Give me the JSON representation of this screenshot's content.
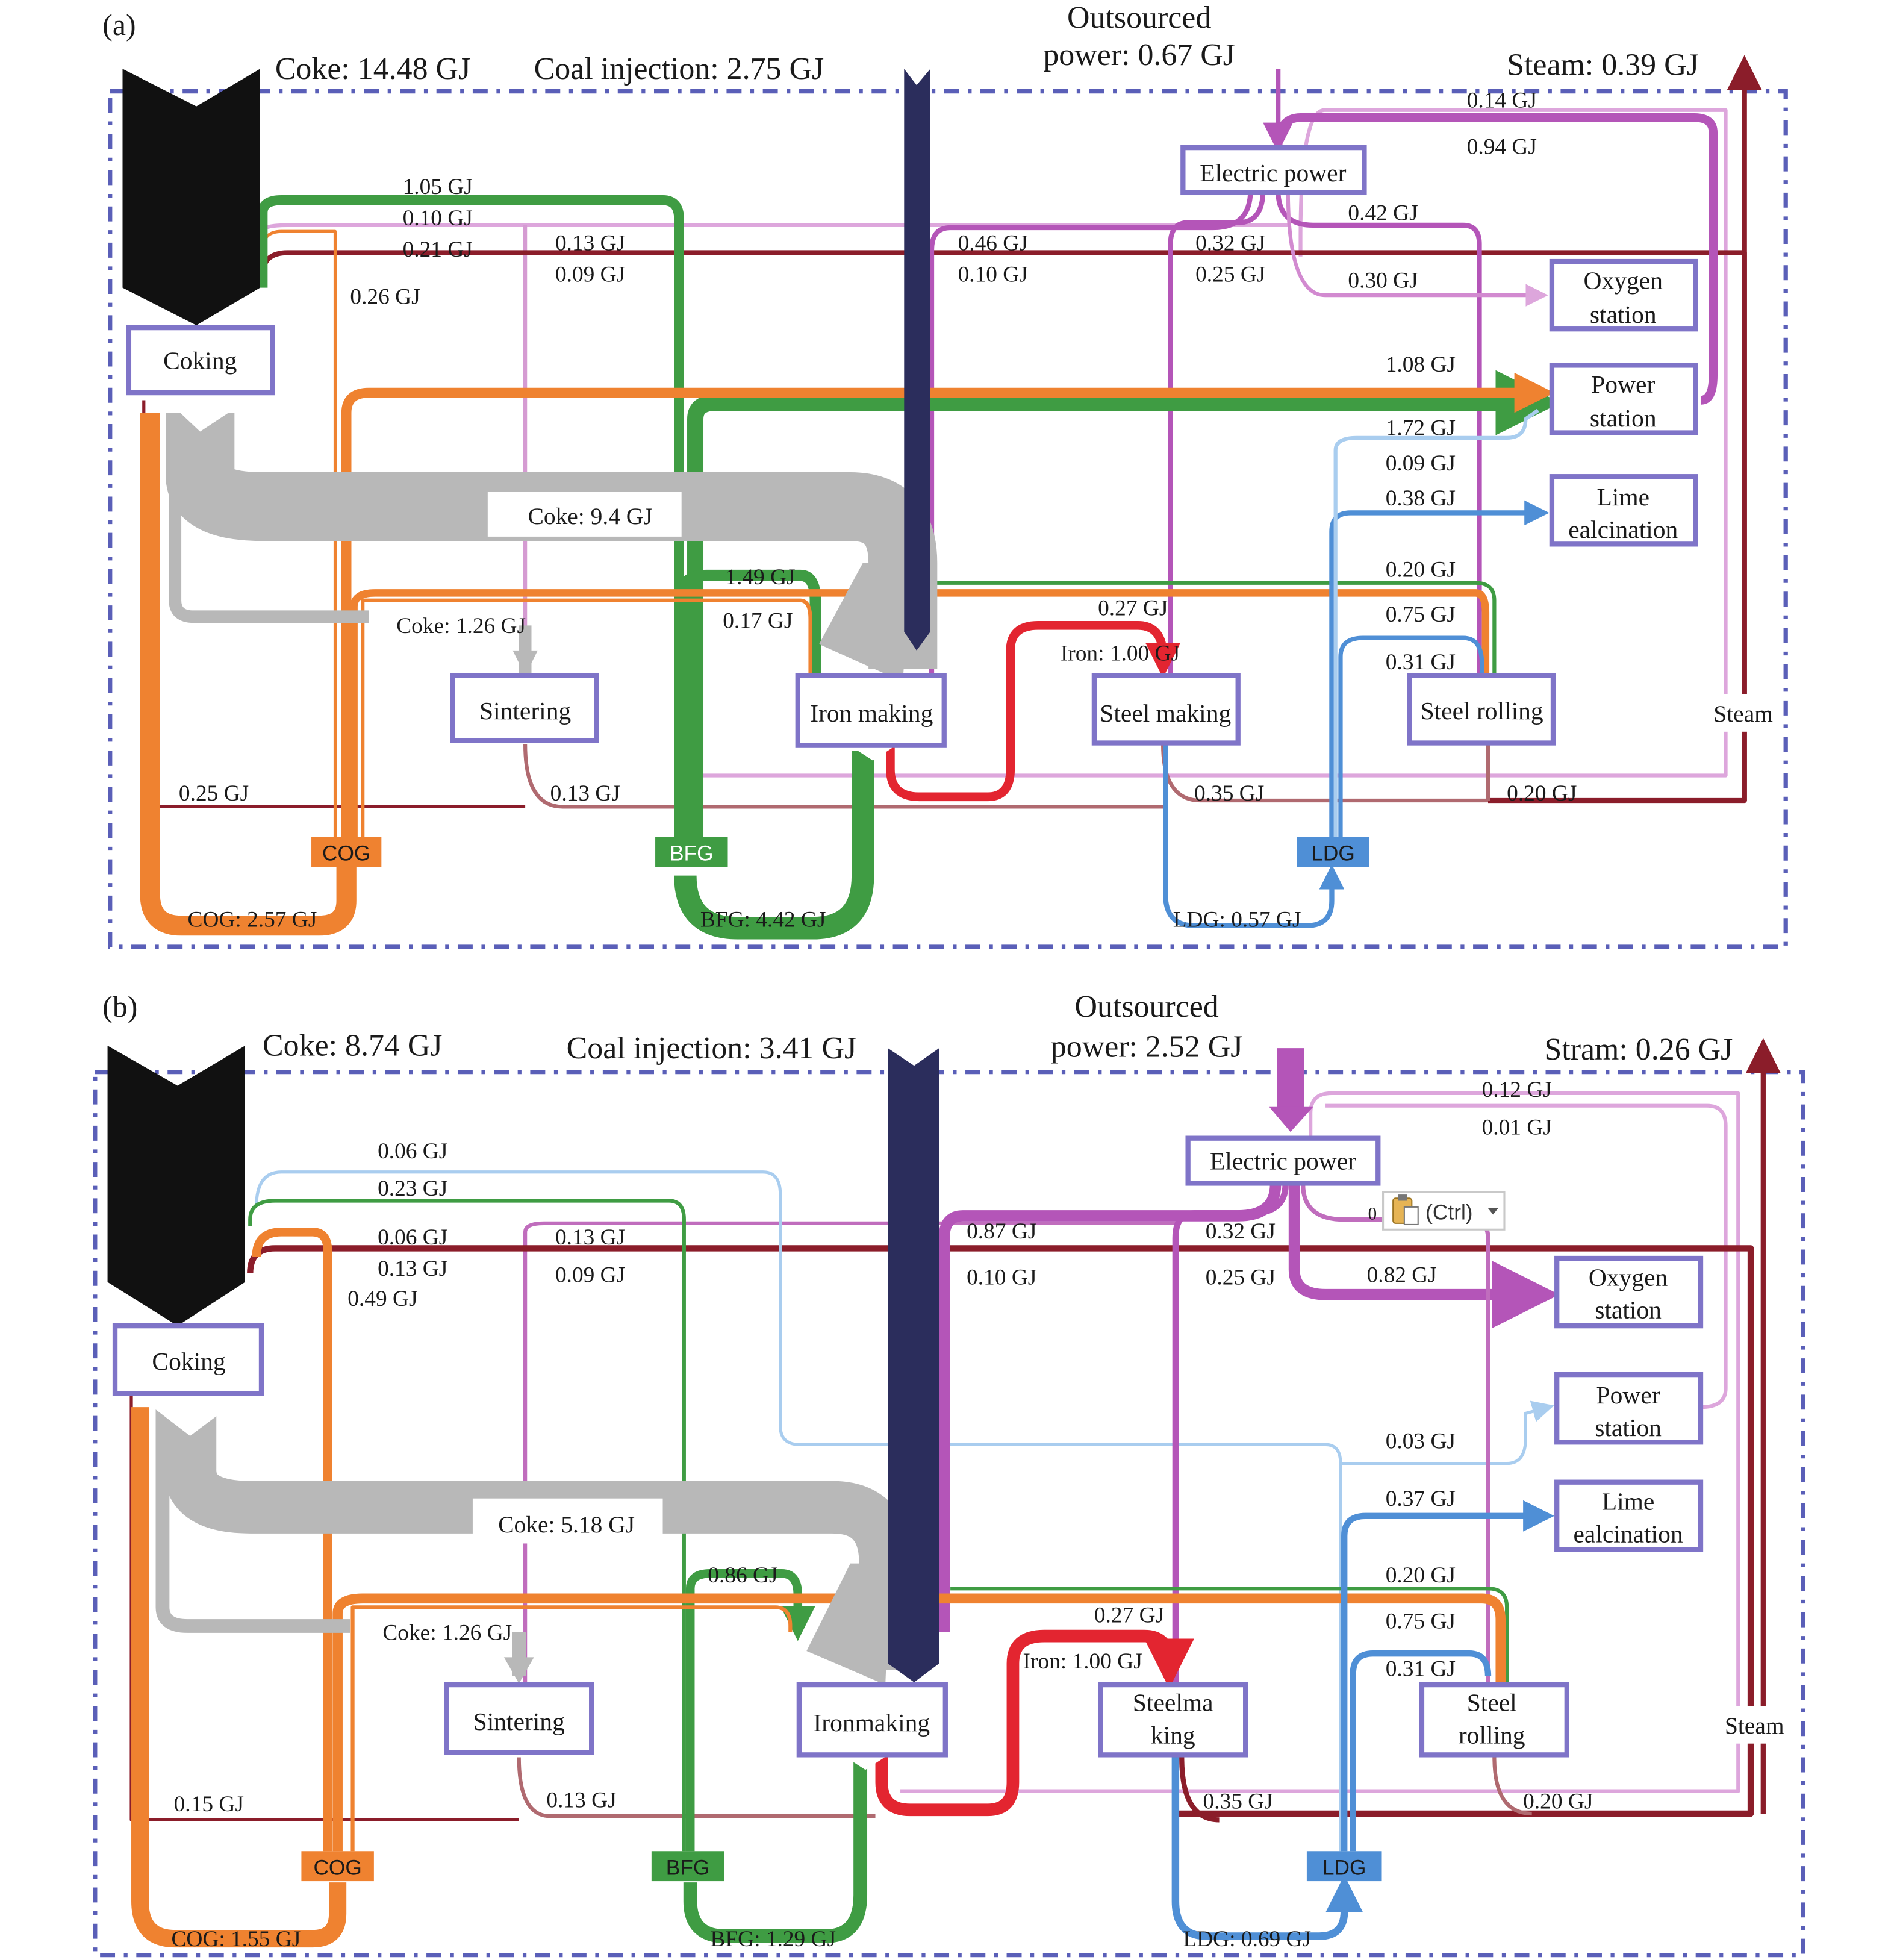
{
  "colors": {
    "coke_input": "#111111",
    "coke_flow": "#b8b8b8",
    "coal": "#2b2d5c",
    "cog": "#ef8230",
    "bfg": "#3f9c43",
    "ldg": "#4f8fd6",
    "ldg_light": "#a9cdef",
    "electric": "#b455b8",
    "electric_light": "#dda6dc",
    "steam": "#8b1d2a",
    "steam_light": "#b06a70",
    "iron": "#e32530",
    "box_border": "#7f74c8",
    "frame": "#5a5fb8"
  },
  "icons": {
    "clipboard": "clipboard-paste-icon"
  },
  "panel_a": {
    "tag": "(a)",
    "header": {
      "coke": "Coke: 14.48 GJ",
      "coal": "Coal injection: 2.75 GJ",
      "outsourced_1": "Outsourced",
      "outsourced_2": "power: 0.67 GJ",
      "steam": "Steam: 0.39 GJ"
    },
    "nodes": {
      "coking": "Coking",
      "sintering": "Sintering",
      "ironmaking": "Iron making",
      "steelmaking": "Steel making",
      "steelrolling": "Steel rolling",
      "electric": "Electric power",
      "oxygen_1": "Oxygen",
      "oxygen_2": "station",
      "power_1": "Power",
      "power_2": "station",
      "lime_1": "Lime",
      "lime_2": "ealcination",
      "steam": "Steam"
    },
    "gas": {
      "cog": "COG",
      "bfg": "BFG",
      "ldg": "LDG"
    },
    "flows": {
      "f105": "1.05 GJ",
      "f010a": "0.10 GJ",
      "f021": "0.21 GJ",
      "f026": "0.26 GJ",
      "f013a": "0.13 GJ",
      "f009": "0.09 GJ",
      "f046": "0.46 GJ",
      "f010b": "0.10 GJ",
      "f032": "0.32 GJ",
      "f025a": "0.25 GJ",
      "f042": "0.42 GJ",
      "f030": "0.30 GJ",
      "f014": "0.14 GJ",
      "f094": "0.94 GJ",
      "f108": "1.08 GJ",
      "f172": "1.72 GJ",
      "f009b": "0.09 GJ",
      "f038": "0.38 GJ",
      "f020a": "0.20 GJ",
      "f075": "0.75 GJ",
      "f031": "0.31 GJ",
      "f027": "0.27 GJ",
      "iron": "Iron: 1.00 GJ",
      "coke94": "Coke: 9.4 GJ",
      "coke126": "Coke: 1.26 GJ",
      "f149": "1.49 GJ",
      "f017": "0.17 GJ",
      "f025b": "0.25 GJ",
      "f013b": "0.13 GJ",
      "f035": "0.35 GJ",
      "f020b": "0.20 GJ",
      "cog_total": "COG: 2.57 GJ",
      "bfg_total": "BFG: 4.42 GJ",
      "ldg_total": "LDG: 0.57 GJ"
    }
  },
  "panel_b": {
    "tag": "(b)",
    "header": {
      "coke": "Coke: 8.74 GJ",
      "coal": "Coal injection: 3.41 GJ",
      "outsourced_1": "Outsourced",
      "outsourced_2": "power: 2.52 GJ",
      "steam": "Stram: 0.26 GJ"
    },
    "nodes": {
      "coking": "Coking",
      "sintering": "Sintering",
      "ironmaking": "Ironmaking",
      "steelmaking_1": "Steelma",
      "steelmaking_2": "king",
      "steelrolling_1": "Steel",
      "steelrolling_2": "rolling",
      "electric": "Electric power",
      "oxygen_1": "Oxygen",
      "oxygen_2": "station",
      "power_1": "Power",
      "power_2": "station",
      "lime_1": "Lime",
      "lime_2": "ealcination",
      "steam": "Steam"
    },
    "gas": {
      "cog": "COG",
      "bfg": "BFG",
      "ldg": "LDG"
    },
    "ctrl": "(Ctrl)",
    "ctrl_prefix": "0",
    "flows": {
      "f006a": "0.06 GJ",
      "f023": "0.23 GJ",
      "f006b": "0.06 GJ",
      "f013a": "0.13 GJ",
      "f049": "0.49 GJ",
      "f013c": "0.13 GJ",
      "f009": "0.09 GJ",
      "f087": "0.87 GJ",
      "f010": "0.10 GJ",
      "f032": "0.32 GJ",
      "f025": "0.25 GJ",
      "f082": "0.82 GJ",
      "f012": "0.12 GJ",
      "f001": "0.01 GJ",
      "f003": "0.03 GJ",
      "f037": "0.37 GJ",
      "f020a": "0.20 GJ",
      "f075": "0.75 GJ",
      "f031": "0.31 GJ",
      "f027": "0.27 GJ",
      "iron": "Iron: 1.00 GJ",
      "coke518": "Coke: 5.18 GJ",
      "coke126": "Coke: 1.26 GJ",
      "f086": "0.86 GJ",
      "f015": "0.15 GJ",
      "f013b": "0.13 GJ",
      "f035": "0.35 GJ",
      "f020b": "0.20 GJ",
      "cog_total": "COG: 1.55 GJ",
      "bfg_total": "BFG: 1.29 GJ",
      "ldg_total": "LDG: 0.69 GJ"
    }
  }
}
